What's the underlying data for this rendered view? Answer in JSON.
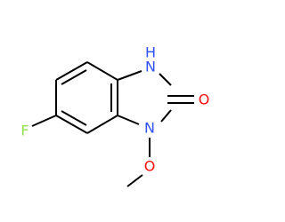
{
  "molecule": {
    "atoms": {
      "fluorine": "F",
      "nh": "H",
      "nh_nitrogen": "N",
      "carbonyl_oxygen": "O",
      "n1": "N",
      "methoxy_oxygen": "O"
    },
    "colors": {
      "bond": "#000000",
      "carbon_hetero_default": "#000000",
      "fluorine": "#90E050",
      "nitrogen": "#3050F8",
      "oxygen": "#FF0D0D"
    }
  }
}
